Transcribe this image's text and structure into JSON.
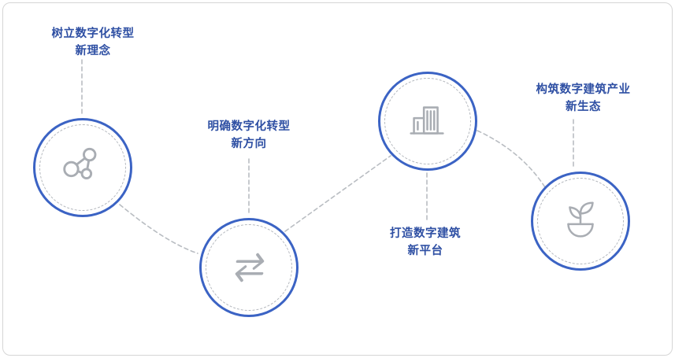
{
  "diagram": {
    "accent_color": "#3b63c4",
    "label_color": "#2e4fa3",
    "icon_color": "#a9adb3",
    "connector_color": "#b9bdc2",
    "steps": [
      {
        "id": 1,
        "label": "树立数字化转型\n新理念",
        "icon": "network-nodes-icon"
      },
      {
        "id": 2,
        "label": "明确数字化转型\n新方向",
        "icon": "exchange-arrows-icon"
      },
      {
        "id": 3,
        "label": "打造数字建筑\n新平台",
        "icon": "buildings-icon"
      },
      {
        "id": 4,
        "label": "构筑数字建筑产业\n新生态",
        "icon": "sprout-plant-icon"
      }
    ]
  }
}
